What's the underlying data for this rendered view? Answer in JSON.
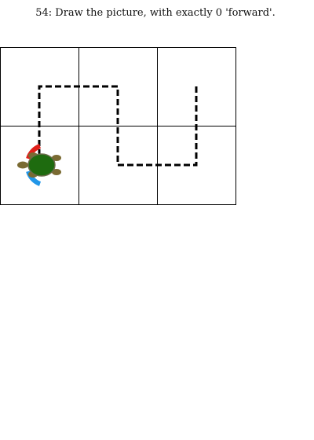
{
  "puzzle": {
    "title": "54: Draw the picture, with exactly 0 'forward'."
  },
  "grid": {
    "rows": 2,
    "cols": 3
  },
  "target_path": {
    "style": "dashed",
    "color": "#000000",
    "points_grid": [
      [
        0.5,
        1.5
      ],
      [
        0.5,
        0.5
      ],
      [
        1.5,
        0.5
      ],
      [
        1.5,
        1.5
      ],
      [
        2.5,
        1.5
      ],
      [
        2.5,
        0.5
      ]
    ]
  },
  "turtle": {
    "cell": [
      0,
      1
    ],
    "heading": "left",
    "shell_color": "#1e6b0f",
    "body_color": "#7a6a32",
    "left_turn_arc_color": "#e0201a",
    "right_turn_arc_color": "#2196e8"
  }
}
